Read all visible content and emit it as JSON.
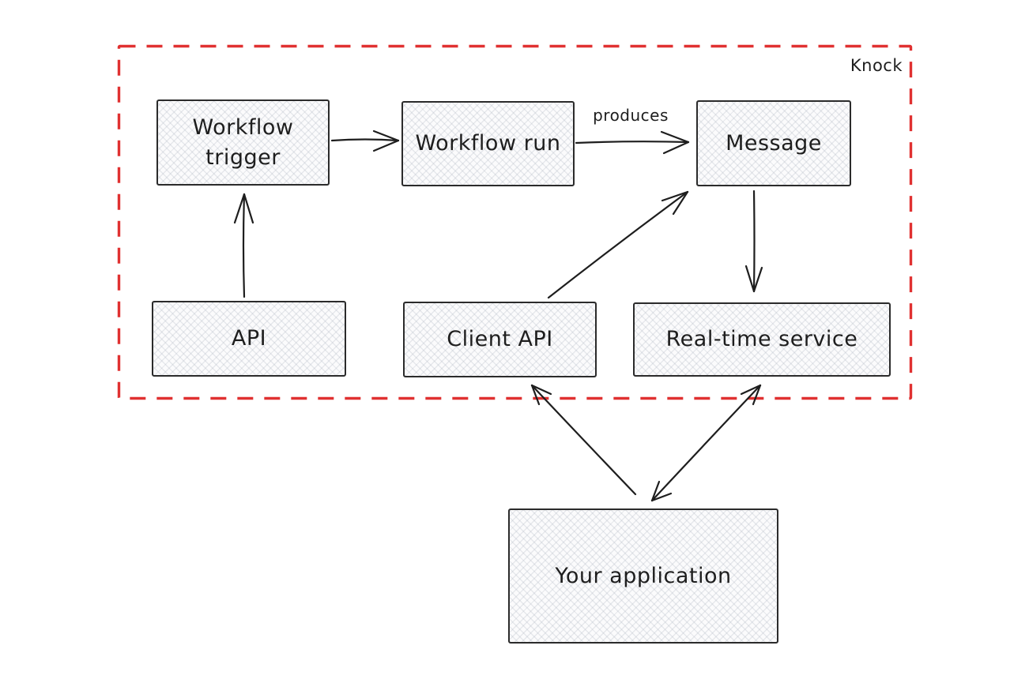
{
  "boundary": {
    "label": "Knock",
    "color": "#e03131"
  },
  "nodes": {
    "workflow_trigger": {
      "label": "Workflow trigger"
    },
    "workflow_run": {
      "label": "Workflow run"
    },
    "message": {
      "label": "Message"
    },
    "api": {
      "label": "API"
    },
    "client_api": {
      "label": "Client API"
    },
    "realtime_service": {
      "label": "Real-time service"
    },
    "your_application": {
      "label": "Your application"
    }
  },
  "edges": {
    "produces_label": "produces",
    "connections": [
      {
        "from": "Workflow trigger",
        "to": "Workflow run",
        "label": "",
        "bidirectional": false
      },
      {
        "from": "Workflow run",
        "to": "Message",
        "label": "produces",
        "bidirectional": false
      },
      {
        "from": "API",
        "to": "Workflow trigger",
        "label": "",
        "bidirectional": false
      },
      {
        "from": "Client API",
        "to": "Message",
        "label": "",
        "bidirectional": false
      },
      {
        "from": "Message",
        "to": "Real-time service",
        "label": "",
        "bidirectional": false
      },
      {
        "from": "Your application",
        "to": "Client API",
        "label": "",
        "bidirectional": false
      },
      {
        "from": "Your application",
        "to": "Real-time service",
        "label": "",
        "bidirectional": true
      }
    ]
  },
  "colors": {
    "boundary_red": "#e03131",
    "stroke": "#1e1e1e",
    "node_fill": "#fbfbfc",
    "hatch": "#dfe2e7"
  }
}
